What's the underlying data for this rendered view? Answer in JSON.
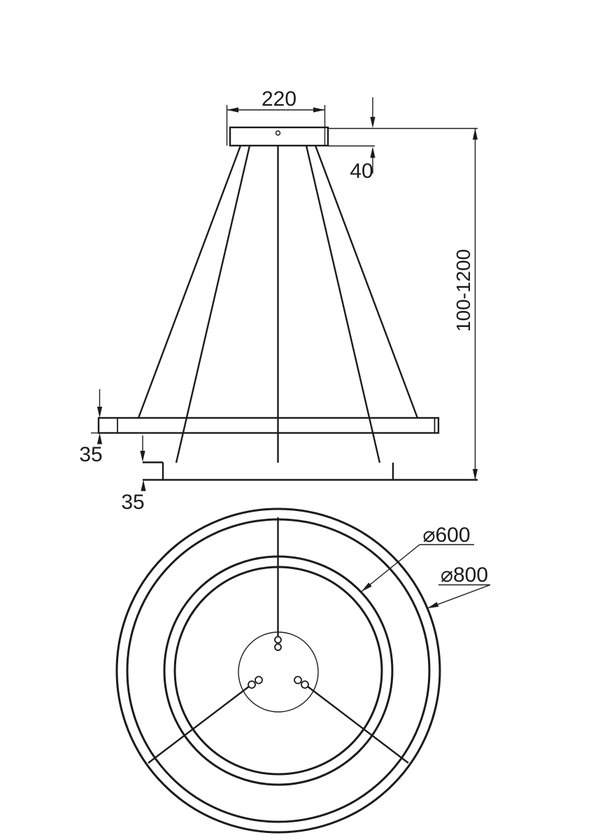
{
  "page": {
    "background_color": "#ffffff",
    "line_color": "#1b1b1b"
  },
  "elevation_view": {
    "dim_canopy_width": "220",
    "dim_canopy_height": "40",
    "dim_suspension_height": "100-1200",
    "dim_outer_ring_height": "35",
    "dim_inner_ring_height": "35"
  },
  "plan_view": {
    "label_inner_ring_diameter": "⌀600",
    "label_outer_ring_diameter": "⌀800"
  }
}
